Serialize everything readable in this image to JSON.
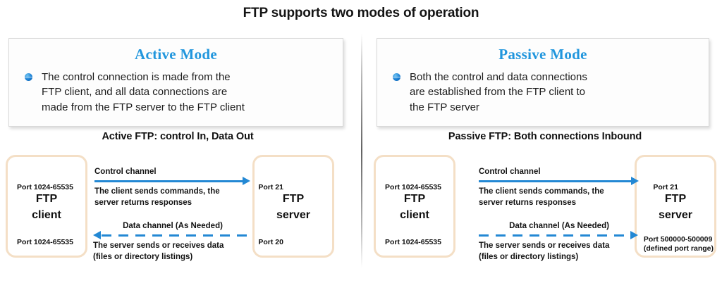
{
  "page": {
    "title": "FTP supports two modes of operation"
  },
  "modes": [
    {
      "title": "Active Mode",
      "bullet_icon": "globe-bullet-icon",
      "bullet_lines": [
        "The control connection is made from the",
        "FTP client, and all data connections are",
        "made from the FTP server to the FTP client"
      ]
    },
    {
      "title": "Passive Mode",
      "bullet_icon": "globe-bullet-icon",
      "bullet_lines": [
        "Both the control and data connections",
        "are established from the FTP client to",
        "the FTP server"
      ]
    }
  ],
  "diagrams": [
    {
      "title": "Active FTP: control In, Data Out",
      "client": {
        "name_lines": [
          "FTP",
          "client"
        ],
        "port_top": "Port 1024-65535",
        "port_bottom": "Port 1024-65535"
      },
      "server": {
        "name_lines": [
          "FTP",
          "server"
        ],
        "port_top": "Port 21",
        "port_bottom": "Port 20",
        "port_bottom_note": ""
      },
      "control_channel": {
        "label": "Control channel",
        "desc_lines": [
          "The client sends commands, the",
          "server returns responses"
        ],
        "direction": "right",
        "style": "solid"
      },
      "data_channel": {
        "label": "Data channel (As Needed)",
        "desc_lines": [
          "The server sends or receives data",
          "(files or directory listings)"
        ],
        "direction": "left",
        "style": "dashed"
      }
    },
    {
      "title": "Passive FTP: Both connections Inbound",
      "client": {
        "name_lines": [
          "FTP",
          "client"
        ],
        "port_top": "Port 1024-65535",
        "port_bottom": "Port 1024-65535"
      },
      "server": {
        "name_lines": [
          "FTP",
          "server"
        ],
        "port_top": "Port 21",
        "port_bottom": "Port 500000-500009",
        "port_bottom_note": "(defined port range)"
      },
      "control_channel": {
        "label": "Control channel",
        "desc_lines": [
          "The client sends commands, the",
          "server returns responses"
        ],
        "direction": "right",
        "style": "solid"
      },
      "data_channel": {
        "label": "Data channel (As Needed)",
        "desc_lines": [
          "The server sends or receives data",
          "(files or directory listings)"
        ],
        "direction": "right",
        "style": "dashed"
      }
    }
  ],
  "colors": {
    "accent_blue": "#2196dd",
    "arrow_blue": "#2388d4",
    "box_border": "#f4dfc6",
    "text": "#111111"
  }
}
